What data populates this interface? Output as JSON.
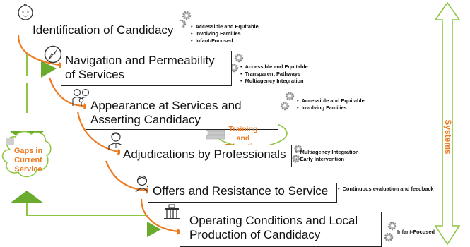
{
  "steps": [
    {
      "label": "Identification of Candidacy",
      "bullets": [
        "Accessible and Equitable",
        "Involving Families",
        "Infant-Focused"
      ]
    },
    {
      "label_lines": [
        "Navigation and Permeability",
        "of Services"
      ],
      "bullets": [
        "Accessible and Equitable",
        "Transparent Pathways",
        "Multiagency Integration"
      ]
    },
    {
      "label_lines": [
        "Appearance at Services and",
        "Asserting Candidacy"
      ],
      "bullets": [
        "Accessible and Equitable",
        "Involving Families"
      ]
    },
    {
      "label": "Adjudications by Professionals",
      "bullets": [
        "Multiagency Integration",
        "Early Intervention"
      ]
    },
    {
      "label": "Offers and Resistance to Service",
      "bullets": [
        "Continuous evaluation and feedback"
      ]
    },
    {
      "label_lines": [
        "Operating Conditions and Local",
        "Production of Candidacy"
      ],
      "bullets": [
        "Infant-Focused"
      ]
    }
  ],
  "training": {
    "line1": "Training and",
    "line2": "Education"
  },
  "gaps": {
    "line1": "Gaps in",
    "line2": "Current",
    "line3": "Service"
  },
  "systems": "Systems",
  "colors": {
    "orange": "#ee7a21",
    "green": "#8fc641",
    "green_dark": "#6aab2e",
    "border": "#222222",
    "gear": "#999999"
  },
  "icons": [
    "baby-face-icon",
    "compass-icon",
    "family-icon",
    "professional-icon",
    "person-icon",
    "building-icon",
    "gear-icon",
    "books-icon",
    "cloud-icon",
    "double-arrow-icon"
  ]
}
